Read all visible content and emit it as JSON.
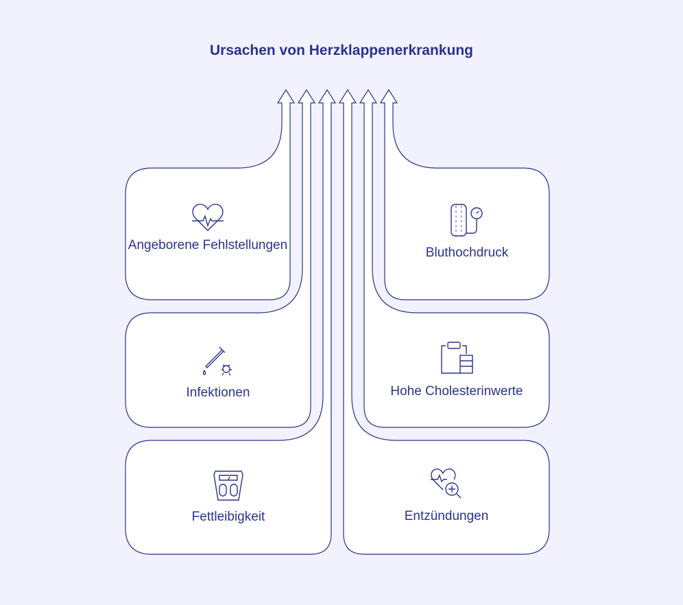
{
  "title": "Ursachen von Herzklappenerkrankung",
  "causes": [
    {
      "label": "Angeborene Fehlstellungen",
      "icon": "heart-pulse-icon"
    },
    {
      "label": "Infektionen",
      "icon": "pipette-bacteria-icon"
    },
    {
      "label": "Fettleibigkeit",
      "icon": "scale-icon"
    },
    {
      "label": "Bluthochdruck",
      "icon": "blood-pressure-cuff-icon"
    },
    {
      "label": "Hohe Cholesterinwerte",
      "icon": "clipboard-chart-icon"
    },
    {
      "label": "Entzündungen",
      "icon": "heart-search-icon"
    }
  ],
  "colors": {
    "stroke": "#2b3190",
    "background": "#f1f2fe",
    "box": "#ffffff"
  }
}
